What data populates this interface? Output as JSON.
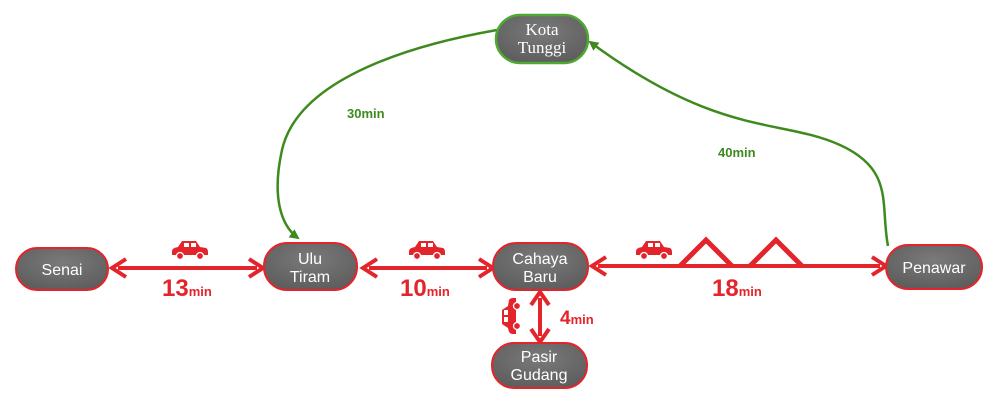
{
  "stations": {
    "senai": "Senai",
    "ulu_tiram": [
      "Ulu",
      "Tiram"
    ],
    "cahaya_baru": [
      "Cahaya",
      "Baru"
    ],
    "penawar": "Penawar",
    "pasir_gudang": [
      "Pasir",
      "Gudang"
    ],
    "kota_tunggi": [
      "Kota",
      "Tunggi"
    ]
  },
  "road_times": [
    {
      "from": "Senai",
      "to": "Ulu Tiram",
      "value": "13",
      "unit": "min"
    },
    {
      "from": "Ulu Tiram",
      "to": "Cahaya Baru",
      "value": "10",
      "unit": "min"
    },
    {
      "from": "Cahaya Baru",
      "to": "Penawar",
      "value": "18",
      "unit": "min"
    },
    {
      "from": "Cahaya Baru",
      "to": "Pasir Gudang",
      "value": "4",
      "unit": "min"
    }
  ],
  "green_routes": [
    {
      "from": "Kota Tunggi",
      "to": "Ulu Tiram",
      "label": "30min"
    },
    {
      "from": "Penawar",
      "to": "Kota Tunggi",
      "label": "40min"
    }
  ],
  "icons": [
    "car-icon",
    "mountain-icon"
  ],
  "colors": {
    "road": "#e4242b",
    "station_fill": "#6a6a6a",
    "station_border_red": "#e4242b",
    "station_border_green": "#4fa833",
    "green_route": "#3e8a1e"
  }
}
